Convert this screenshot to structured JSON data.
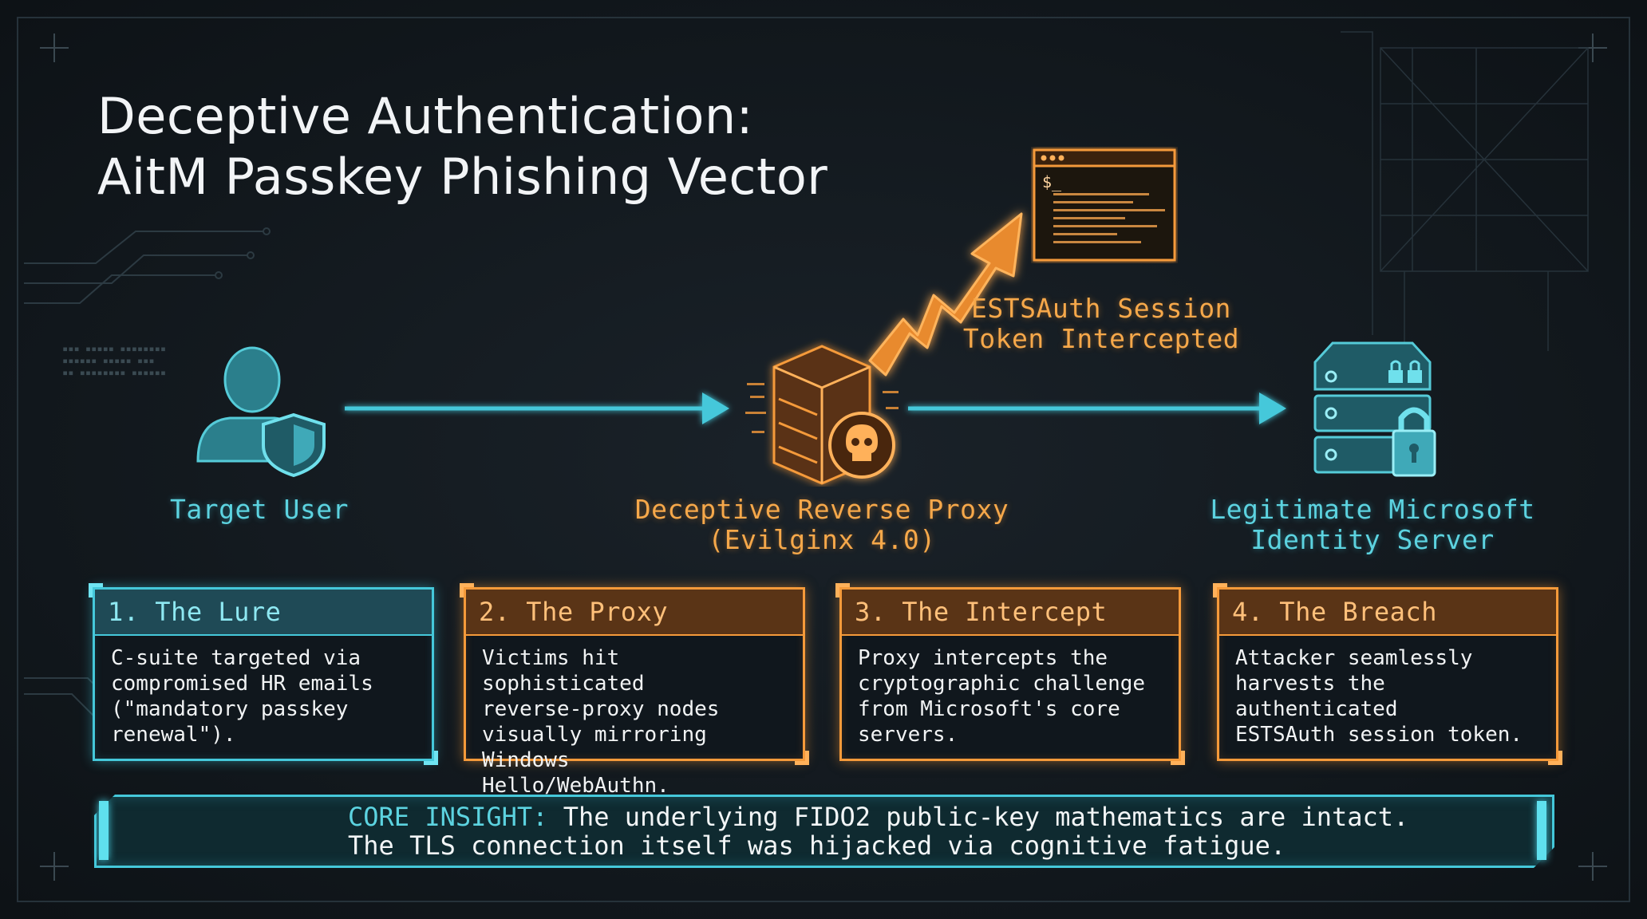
{
  "title": {
    "line1": "Deceptive Authentication:",
    "line2": "AitM Passkey Phishing Vector"
  },
  "nodes": {
    "user": {
      "label": "Target User",
      "icon": "user-shield-icon"
    },
    "proxy": {
      "line1": "Deceptive Reverse Proxy",
      "line2": "(Evilginx 4.0)",
      "icon": "skull-server-icon"
    },
    "server": {
      "line1": "Legitimate Microsoft",
      "line2": "Identity Server",
      "icon": "locked-server-icon"
    },
    "token": {
      "line1": "ESTSAuth Session",
      "line2": "Token Intercepted",
      "icon": "terminal-icon",
      "prompt": "$_"
    }
  },
  "steps": [
    {
      "title": "1. The Lure",
      "body": "C-suite targeted via\ncompromised HR emails\n(\"mandatory passkey\nrenewal\").",
      "accent": "#45c8da"
    },
    {
      "title": "2. The Proxy",
      "body": "Victims hit sophisticated\nreverse-proxy nodes\nvisually mirroring Windows\nHello/WebAuthn.",
      "accent": "#f59a3a"
    },
    {
      "title": "3. The Intercept",
      "body": "Proxy intercepts the\ncryptographic challenge\nfrom Microsoft's core\nservers.",
      "accent": "#f59a3a"
    },
    {
      "title": "4. The Breach",
      "body": "Attacker seamlessly\nharvests the authenticated\nESTSAuth session token.",
      "accent": "#f59a3a"
    }
  ],
  "insight": {
    "label": "CORE INSIGHT:",
    "line1": "The underlying FIDO2 public-key mathematics are intact.",
    "line2": "The TLS connection itself was hijacked via cognitive fatigue."
  },
  "colors": {
    "teal": "#45c8da",
    "orange": "#f59a3a",
    "background": "#141a20"
  }
}
